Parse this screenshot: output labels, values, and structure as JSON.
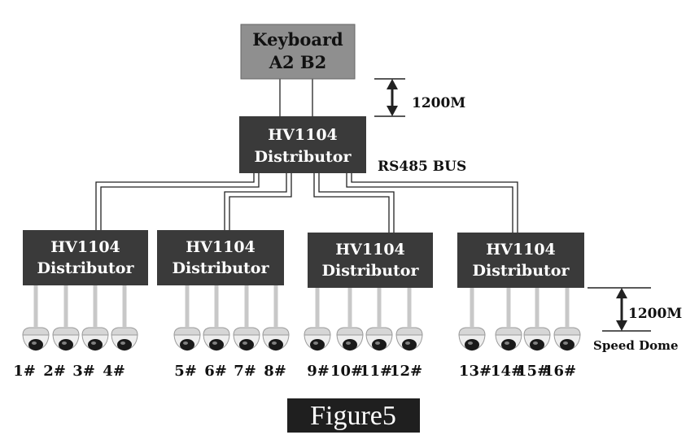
{
  "colors": {
    "box_dark": "#3a3a3a",
    "box_keyboard": "#8f8f8f",
    "wire": "#222222",
    "camera_post": "#c8c8c8",
    "caption_bg": "#1f1f1f"
  },
  "keyboard": {
    "line1": "Keyboard",
    "line2": "A2 B2"
  },
  "main_distributor": {
    "line1": "HV1104",
    "line2": "Distributor"
  },
  "distance_top": "1200M",
  "bus_label": "RS485 BUS",
  "distributors": [
    {
      "line1": "HV1104",
      "line2": "Distributor",
      "cameras": [
        "1#",
        "2#",
        "3#",
        "4#"
      ]
    },
    {
      "line1": "HV1104",
      "line2": "Distributor",
      "cameras": [
        "5#",
        "6#",
        "7#",
        "8#"
      ]
    },
    {
      "line1": "HV1104",
      "line2": "Distributor",
      "cameras": [
        "9#",
        "10#",
        "11#",
        "12#"
      ]
    },
    {
      "line1": "HV1104",
      "line2": "Distributor",
      "cameras": [
        "13#",
        "14#",
        "15#",
        "16#"
      ]
    }
  ],
  "distance_bottom": "1200M",
  "speed_dome_label": "Speed Dome",
  "caption": "Figure5",
  "icons": {
    "camera": "speed-dome-camera-icon",
    "distance_arrow": "double-arrow-icon"
  }
}
